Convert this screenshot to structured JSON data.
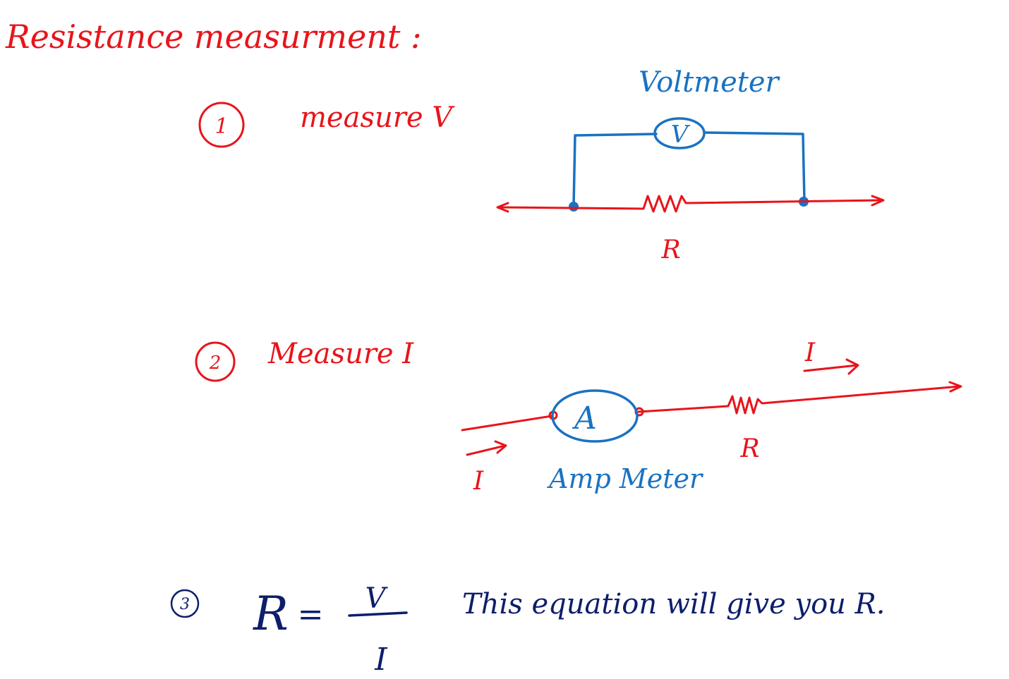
{
  "colors": {
    "red_ink": "#e8141b",
    "blue_ink": "#1a72c2",
    "navy_ink": "#0d1e6b",
    "background": "#ffffff"
  },
  "heading": "Resistance measurment :",
  "step1": {
    "number": "1",
    "label": "measure V",
    "meter_symbol": "V",
    "meter_label": "Voltmeter",
    "resistor_label": "R"
  },
  "step2": {
    "number": "2",
    "label": "Measure I",
    "meter_symbol": "A",
    "meter_label": "Amp Meter",
    "resistor_label": "R",
    "current_in_label": "I",
    "current_out_label": "I"
  },
  "step3": {
    "number": "3",
    "lhs": "R",
    "equals": "=",
    "numerator": "V",
    "denominator": "I",
    "note": "This equation will give you R."
  }
}
